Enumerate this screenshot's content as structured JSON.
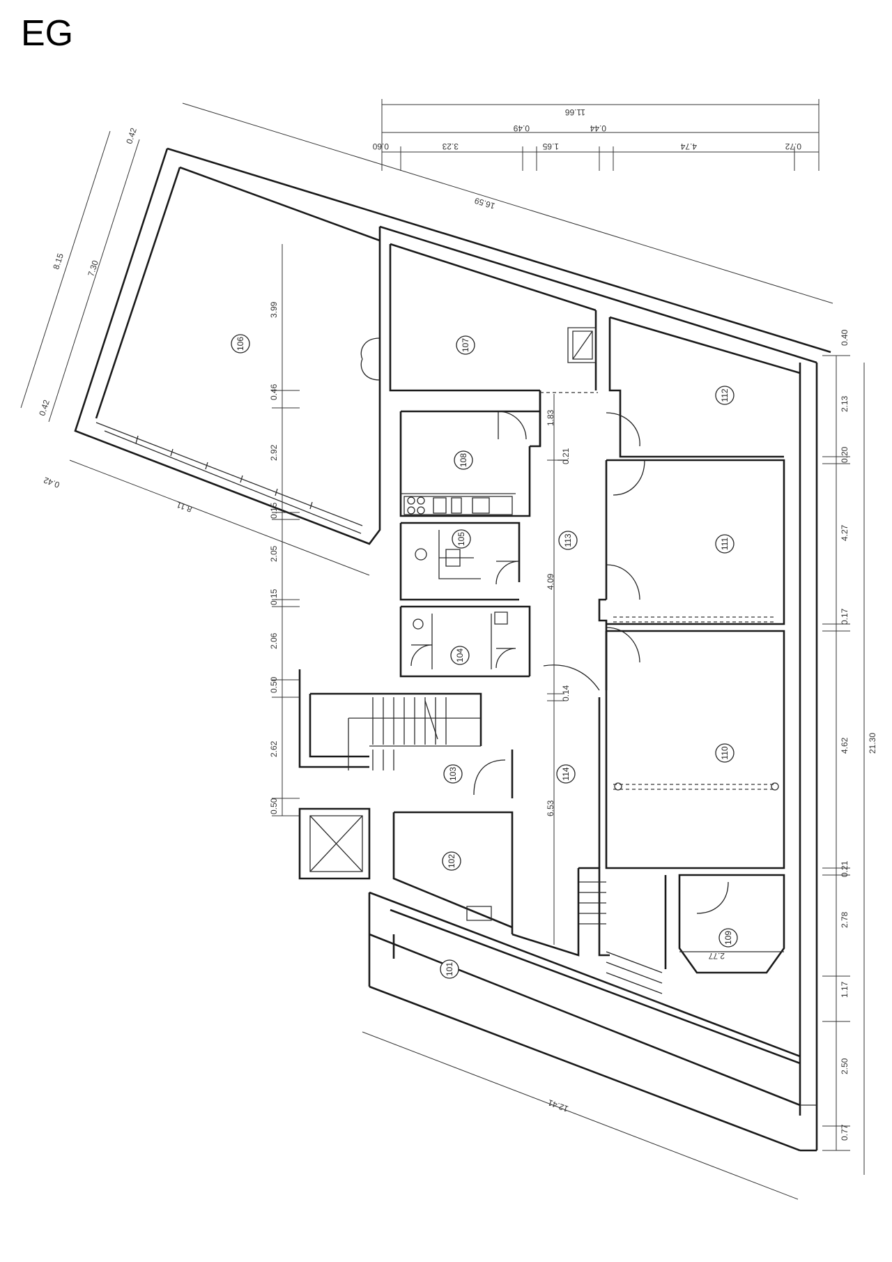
{
  "plan": {
    "title": "EG",
    "rooms": [
      {
        "id": "r101",
        "label": "101"
      },
      {
        "id": "r102",
        "label": "102"
      },
      {
        "id": "r103",
        "label": "103"
      },
      {
        "id": "r104",
        "label": "104"
      },
      {
        "id": "r105",
        "label": "105"
      },
      {
        "id": "r106",
        "label": "106"
      },
      {
        "id": "r107",
        "label": "107"
      },
      {
        "id": "r108",
        "label": "108"
      },
      {
        "id": "r109",
        "label": "109"
      },
      {
        "id": "r110",
        "label": "110"
      },
      {
        "id": "r111",
        "label": "111"
      },
      {
        "id": "r112",
        "label": "112"
      },
      {
        "id": "r113",
        "label": "113"
      },
      {
        "id": "r114",
        "label": "114"
      }
    ],
    "dimensions": {
      "top_total": "11.66",
      "top_a": "0.44",
      "top_b": "0.49",
      "top_c": "0.60",
      "top_d": "3.23",
      "top_e": "1.65",
      "top_f": "4.74",
      "top_g": "0.72",
      "diag_top": "16.59",
      "left_total": "8.15",
      "left_inner": "7.30",
      "left_a": "0.42",
      "left_b": "0.42",
      "left_c": "0.42",
      "left_bottom": "8.11",
      "v_399": "3.99",
      "v_046": "0.46",
      "v_292": "2.92",
      "v_015a": "0.15",
      "v_205": "2.05",
      "v_015b": "0.15",
      "v_206": "2.06",
      "v_050a": "0.50",
      "v_262": "2.62",
      "v_050b": "0.50",
      "c_183": "1.83",
      "c_021": "0.21",
      "c_409": "4.09",
      "c_014": "0.14",
      "c_653": "6.53",
      "r_040": "0.40",
      "r_213": "2.13",
      "r_020": "0.20",
      "r_427": "4.27",
      "r_017": "0.17",
      "r_462": "4.62",
      "r_total": "21.30",
      "r_021": "0.21",
      "r_278": "2.78",
      "r_117": "1.17",
      "r_250": "2.50",
      "r_077": "0.77",
      "w_277": "2.77",
      "bottom_diag": "12.41"
    }
  }
}
